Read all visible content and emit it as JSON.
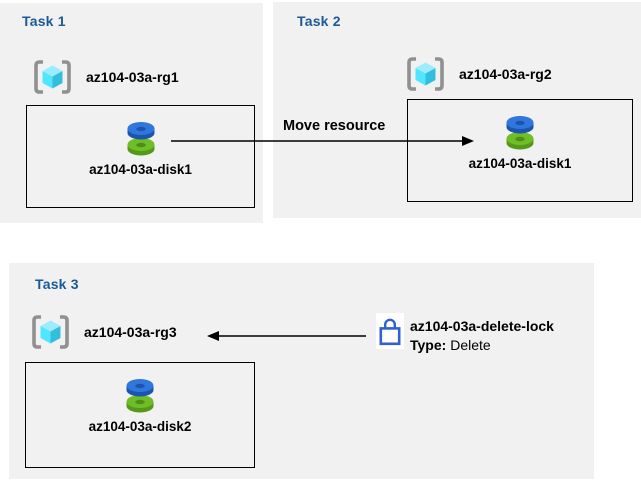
{
  "tasks": [
    {
      "title": "Task 1",
      "resource_group": {
        "icon": "resource-group-icon",
        "label": "az104-03a-rg1"
      },
      "resource": {
        "icon": "disk-icon",
        "label": "az104-03a-disk1"
      }
    },
    {
      "title": "Task 2",
      "resource_group": {
        "icon": "resource-group-icon",
        "label": "az104-03a-rg2"
      },
      "resource": {
        "icon": "disk-icon",
        "label": "az104-03a-disk1"
      }
    },
    {
      "title": "Task 3",
      "resource_group": {
        "icon": "resource-group-icon",
        "label": "az104-03a-rg3"
      },
      "resource": {
        "icon": "disk-icon",
        "label": "az104-03a-disk2"
      },
      "lock": {
        "icon": "lock-icon",
        "name": "az104-03a-delete-lock",
        "type_label": "Type:",
        "type_value": " Delete"
      }
    }
  ],
  "annotations": {
    "move_arrow_label": "Move resource"
  },
  "colors": {
    "panel_background": "#f1f1f1",
    "task_heading": "#1b5a96",
    "text": "#000000",
    "box_border": "#000000",
    "lock_blue": "#2f62d0",
    "rg_bracket_gray": "#909090",
    "rg_cube_top": "#9cebff",
    "rg_cube_left": "#50e6ff",
    "rg_cube_right": "#32bedd",
    "disk_blue_top": "#3077dd",
    "disk_blue_side": "#1c55ae",
    "disk_green_top": "#6fbe27",
    "disk_green_side": "#55991a"
  }
}
